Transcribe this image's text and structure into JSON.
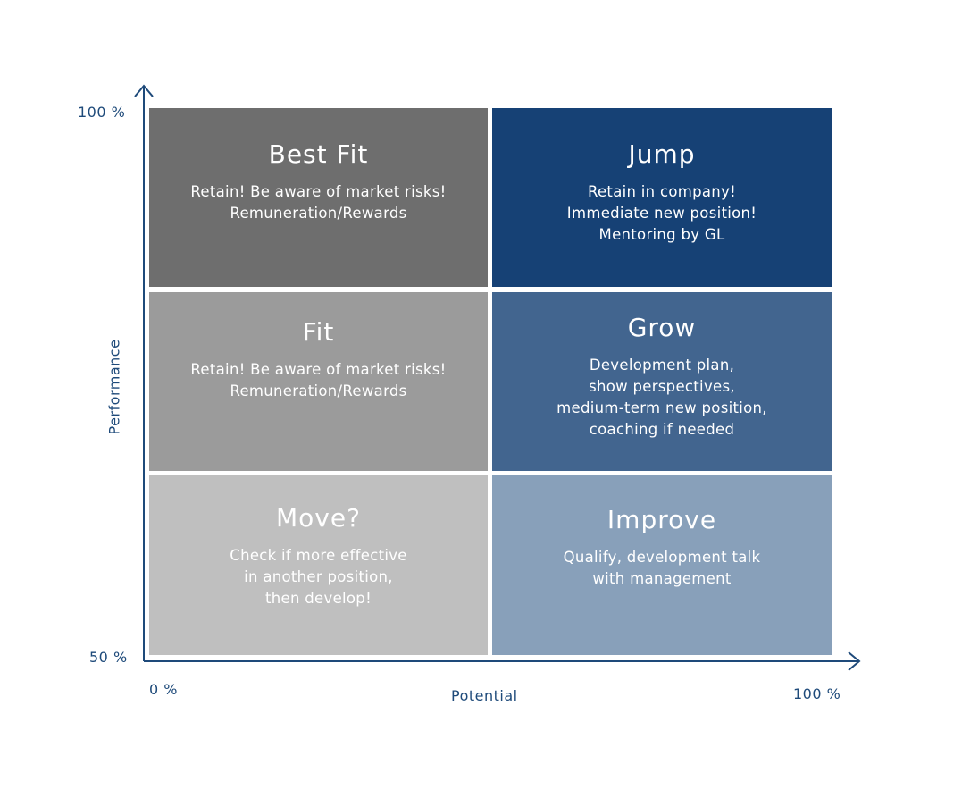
{
  "axes": {
    "y_label": "Performance",
    "x_label": "Potential",
    "y_max_label": "100 %",
    "y_min_label": "50 %",
    "x_min_label": "0 %",
    "x_max_label": "100 %",
    "color": "#1e4a7a"
  },
  "cells": [
    {
      "id": "best-fit",
      "title": "Best Fit",
      "lines": [
        "Retain! Be aware of market risks!",
        "Remuneration/Rewards"
      ],
      "color": "#6e6e6e"
    },
    {
      "id": "jump",
      "title": "Jump",
      "lines": [
        "Retain in company!",
        "Immediate new position!",
        "Mentoring by GL"
      ],
      "color": "#164175"
    },
    {
      "id": "fit",
      "title": "Fit",
      "lines": [
        "Retain! Be aware of market risks!",
        "Remuneration/Rewards"
      ],
      "color": "#9b9b9b"
    },
    {
      "id": "grow",
      "title": "Grow",
      "lines": [
        "Development plan,",
        "show perspectives,",
        "medium-term new position,",
        "coaching if needed"
      ],
      "color": "#42658f"
    },
    {
      "id": "move",
      "title": "Move?",
      "lines": [
        "Check if more effective",
        "in another position,",
        "then develop!"
      ],
      "color": "#bfbfbf"
    },
    {
      "id": "improve",
      "title": "Improve",
      "lines": [
        "Qualify, development talk",
        "with management"
      ],
      "color": "#88a0ba"
    }
  ]
}
